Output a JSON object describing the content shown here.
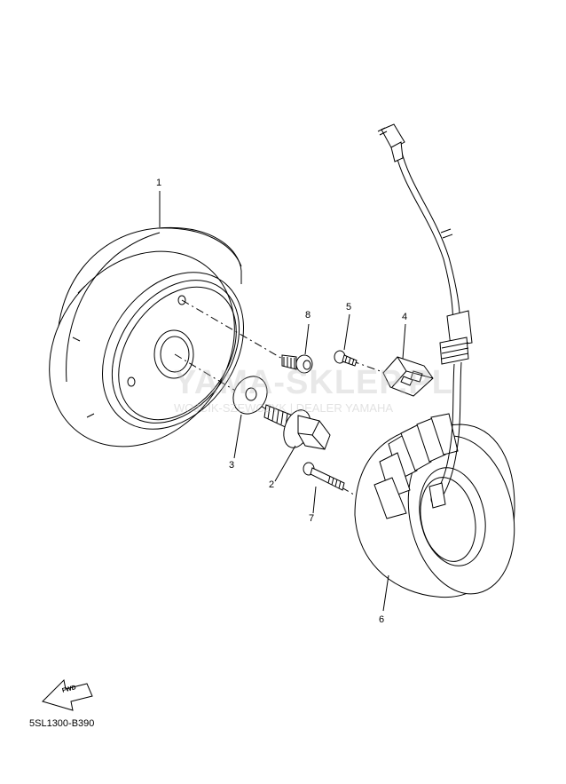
{
  "watermark": {
    "brand": "YAMA-SKLEP.PL",
    "subtitle": "WOJCIK-SZEWCZYK | DEALER YAMAHA",
    "logo_color": "#e89a9a"
  },
  "callouts": [
    {
      "id": "1",
      "label": "1"
    },
    {
      "id": "2",
      "label": "2"
    },
    {
      "id": "3",
      "label": "3"
    },
    {
      "id": "4",
      "label": "4"
    },
    {
      "id": "5",
      "label": "5"
    },
    {
      "id": "6",
      "label": "6"
    },
    {
      "id": "7",
      "label": "7"
    },
    {
      "id": "8",
      "label": "8"
    }
  ],
  "fwd_arrow": {
    "label": "FWD",
    "icon": "fwd-arrow-icon"
  },
  "diagram_code": "5SL1300-B390"
}
